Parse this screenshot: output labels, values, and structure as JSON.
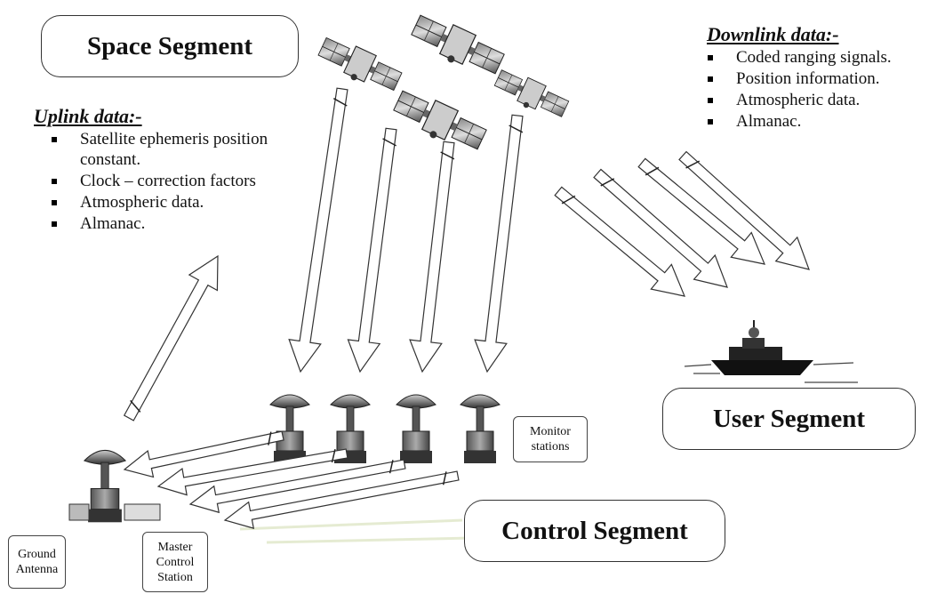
{
  "segments": {
    "space": "Space Segment",
    "user": "User Segment",
    "control": "Control Segment"
  },
  "uplink": {
    "heading": "Uplink data:-",
    "items": [
      "Satellite ephemeris position constant.",
      "Clock – correction factors",
      "Atmospheric data.",
      "Almanac."
    ]
  },
  "downlink": {
    "heading": "Downlink data:-",
    "items": [
      "Coded ranging signals.",
      "Position information.",
      "Atmospheric data.",
      "Almanac."
    ]
  },
  "labels": {
    "monitor": "Monitor stations",
    "ground": "Ground Antenna",
    "master": "Master Control Station"
  },
  "icons": [
    "satellite-icon",
    "satellite-dish-icon",
    "ship-icon",
    "hollow-arrow-icon"
  ]
}
